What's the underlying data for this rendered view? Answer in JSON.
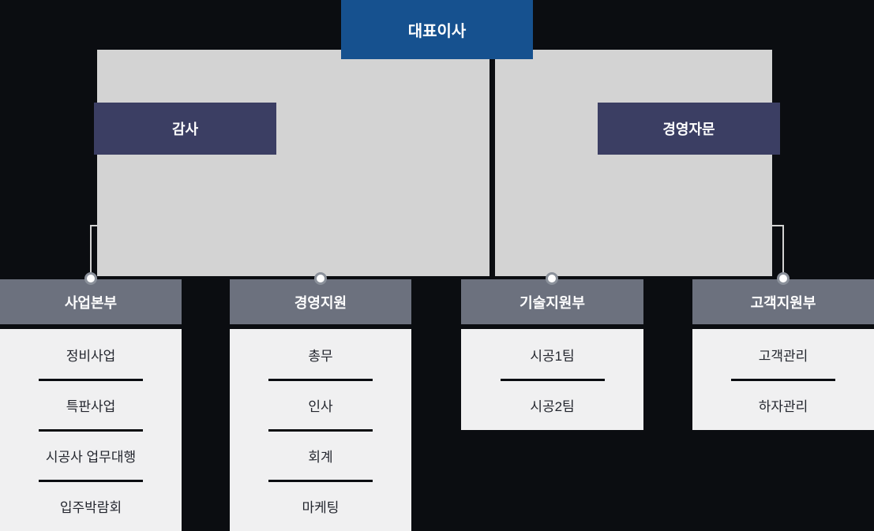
{
  "org_chart": {
    "ceo": {
      "label": "대표이사"
    },
    "staff": {
      "left": {
        "label": "감사"
      },
      "right": {
        "label": "경영자문"
      }
    },
    "columns": [
      {
        "header": "사업본부",
        "items": [
          "정비사업",
          "특판사업",
          "시공사 업무대행",
          "입주박람회"
        ]
      },
      {
        "header": "경영지원",
        "items": [
          "총무",
          "인사",
          "회계",
          "마케팅"
        ]
      },
      {
        "header": "기술지원부",
        "items": [
          "시공1팀",
          "시공2팀"
        ]
      },
      {
        "header": "고객지원부",
        "items": [
          "고객관리",
          "하자관리"
        ]
      }
    ]
  },
  "colors": {
    "background": "#0b0d11",
    "ceo_box": "#16518f",
    "staff_box": "#3b3e63",
    "connector_panel": "#d3d3d3",
    "column_header": "#6c717e",
    "cell_background": "#f0f0f1",
    "cell_text": "#23262e"
  }
}
